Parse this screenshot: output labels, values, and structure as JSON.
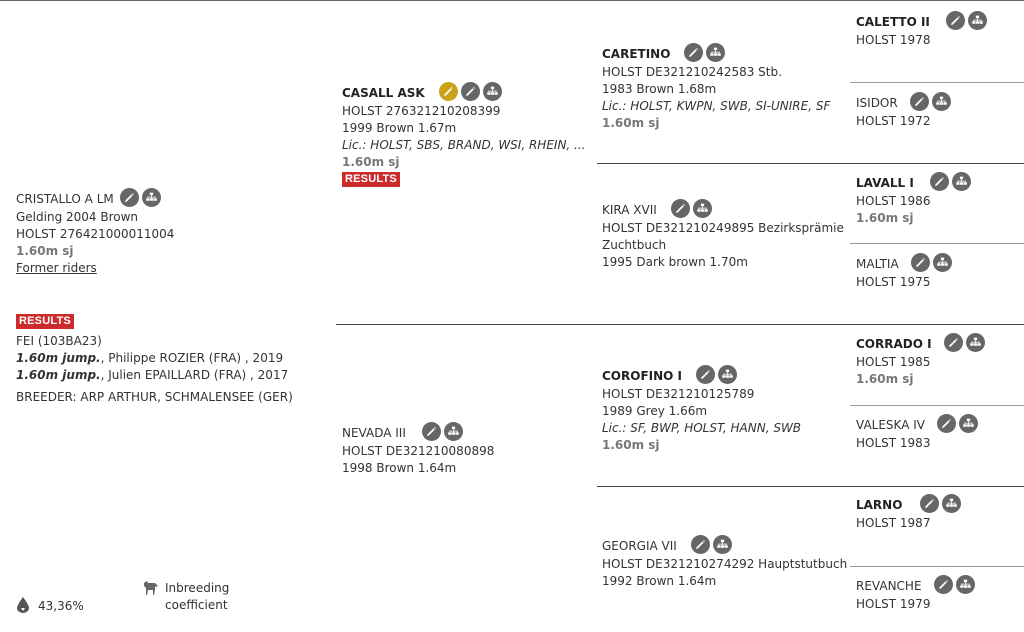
{
  "subject": {
    "name": "CRISTALLO A LM",
    "line1": "Gelding 2004 Brown",
    "line2": "HOLST 276421000011004",
    "level": "1.60m sj",
    "former_riders": "Former riders",
    "results_label": "RESULTS",
    "fei": "FEI (103BA23)",
    "jumps": [
      {
        "level": "1.60m jump.",
        "rest": ", Philippe ROZIER (FRA) , 2019"
      },
      {
        "level": "1.60m jump.",
        "rest": ", Julien EPAILLARD (FRA) , 2017"
      }
    ],
    "breeder": "BREEDER: ARP ARTHUR, SCHMALENSEE (GER)"
  },
  "inbreeding": {
    "value": "43,36%",
    "label_line1": "Inbreeding",
    "label_line2": "coefficient"
  },
  "sire": {
    "name": "CASALL ASK",
    "line1": "HOLST 276321210208399",
    "line2": "1999 Brown 1.67m",
    "lic": "Lic.: HOLST, SBS, BRAND, WSI, RHEIN, ...",
    "level": "1.60m sj",
    "results_label": "RESULTS"
  },
  "dam": {
    "name": "NEVADA III",
    "line1": "HOLST DE321210080898",
    "line2": "1998 Brown 1.64m"
  },
  "grand": {
    "ss": {
      "name": "CARETINO",
      "line1": "HOLST DE321210242583 Stb.",
      "line2": "1983 Brown 1.68m",
      "lic": "Lic.: HOLST, KWPN, SWB, SI-UNIRE, SF",
      "level": "1.60m sj"
    },
    "sd": {
      "name": "KIRA XVII",
      "line1": "HOLST DE321210249895 Bezirksprämie",
      "line1b": "Zuchtbuch",
      "line2": "1995 Dark brown 1.70m"
    },
    "ds": {
      "name": "COROFINO I",
      "line1": "HOLST DE321210125789",
      "line2": "1989 Grey 1.66m",
      "lic": "Lic.: SF, BWP, HOLST, HANN, SWB",
      "level": "1.60m sj"
    },
    "dd": {
      "name": "GEORGIA VII",
      "line1": "HOLST DE321210274292 Hauptstutbuch",
      "line2": "1992 Brown 1.64m"
    }
  },
  "great": [
    {
      "name": "CALETTO II",
      "line1": "HOLST 1978"
    },
    {
      "name": "ISIDOR",
      "line1": "HOLST 1972"
    },
    {
      "name": "LAVALL I",
      "line1": "HOLST 1986",
      "level": "1.60m sj"
    },
    {
      "name": "MALTIA",
      "line1": "HOLST 1975"
    },
    {
      "name": "CORRADO I",
      "line1": "HOLST 1985",
      "level": "1.60m sj"
    },
    {
      "name": "VALESKA IV",
      "line1": "HOLST 1983"
    },
    {
      "name": "LARNO",
      "line1": "HOLST 1987"
    },
    {
      "name": "REVANCHE",
      "line1": "HOLST 1979"
    }
  ]
}
